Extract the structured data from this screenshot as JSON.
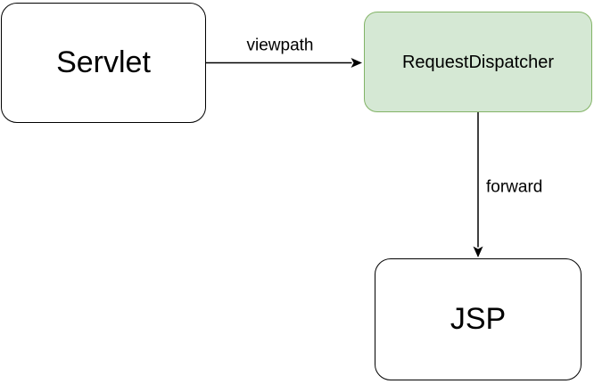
{
  "diagram": {
    "type": "flow-diagram",
    "nodes": [
      {
        "id": "servlet",
        "label": "Servlet",
        "fill": "#ffffff",
        "border": "#000000"
      },
      {
        "id": "request-dispatcher",
        "label": "RequestDispatcher",
        "fill": "#d5e8d4",
        "border": "#82b366"
      },
      {
        "id": "jsp",
        "label": "JSP",
        "fill": "#ffffff",
        "border": "#000000"
      }
    ],
    "edges": [
      {
        "id": "viewpath",
        "label": "viewpath",
        "from": "servlet",
        "to": "request-dispatcher",
        "direction": "right",
        "color": "#000000"
      },
      {
        "id": "forward",
        "label": "forward",
        "from": "request-dispatcher",
        "to": "jsp",
        "direction": "down",
        "color": "#000000"
      }
    ]
  }
}
